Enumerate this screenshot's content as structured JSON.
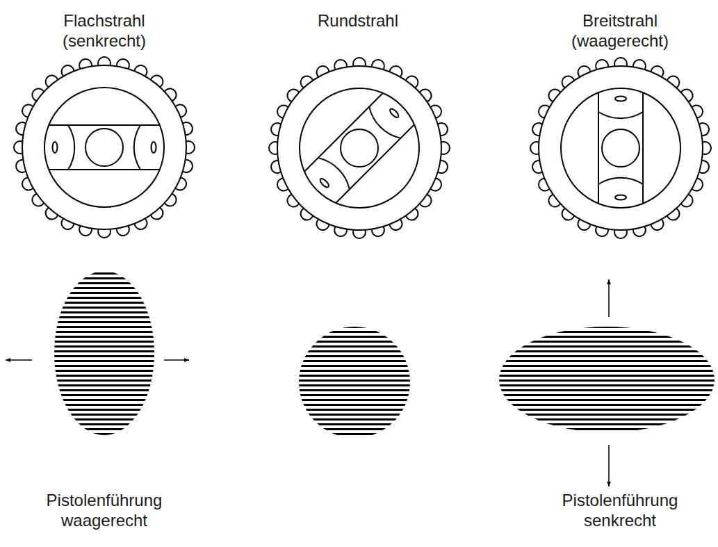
{
  "diagram": {
    "labels": [
      "Flachstrahl (senkrecht)",
      "Rundstrahl",
      "Breitstrahl (waagerecht)",
      "Pistolenführung waagerecht",
      "Pistolenführung senkrecht"
    ]
  }
}
